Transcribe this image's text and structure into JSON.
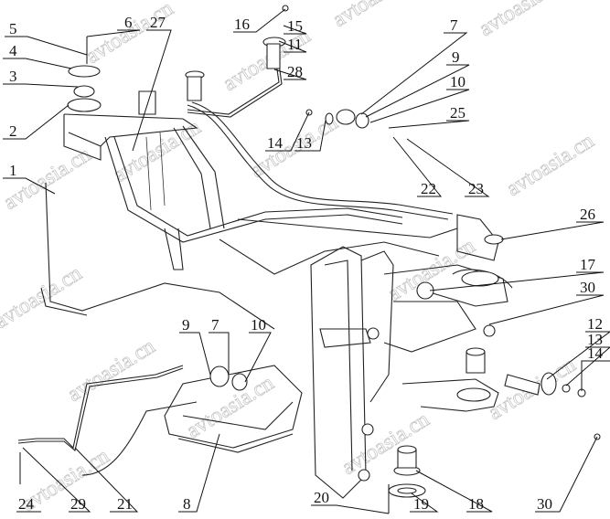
{
  "watermark": "avtoasia.cn",
  "callouts": [
    "5",
    "6",
    "27",
    "4",
    "3",
    "2",
    "1",
    "16",
    "15",
    "11",
    "28",
    "7",
    "9",
    "10",
    "25",
    "14",
    "13",
    "22",
    "23",
    "26",
    "17",
    "30",
    "12",
    "13",
    "14",
    "9",
    "7",
    "10",
    "21",
    "8",
    "29",
    "24",
    "20",
    "19",
    "18",
    "30"
  ]
}
